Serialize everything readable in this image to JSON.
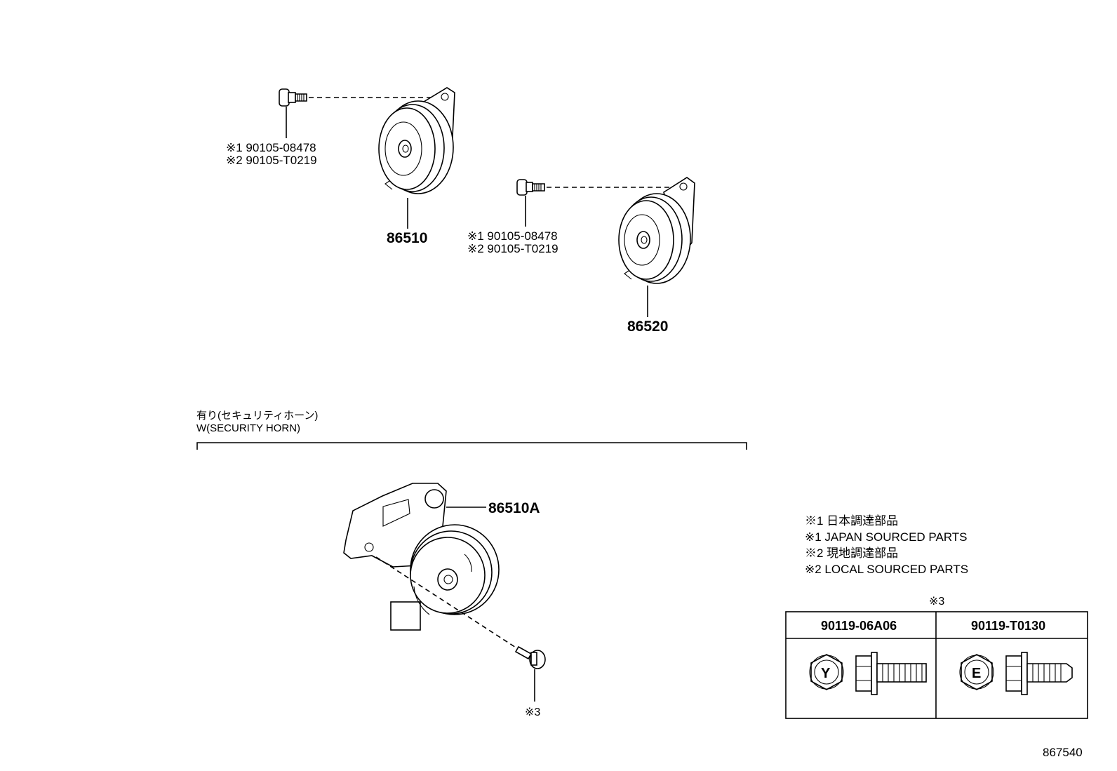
{
  "diagram": {
    "part_86510": {
      "number": "86510",
      "bolt_line1": "※1 90105-08478",
      "bolt_line2": "※2 90105-T0219"
    },
    "part_86520": {
      "number": "86520",
      "bolt_line1": "※1 90105-08478",
      "bolt_line2": "※2 90105-T0219"
    },
    "security_section": {
      "title_jp": "有り(セキュリティホーン)",
      "title_en": "W(SECURITY HORN)",
      "horn_number": "86510A",
      "bolt_ref": "※3"
    },
    "notes": [
      "※1 日本調達部品",
      "※1 JAPAN SOURCED PARTS",
      "※2 現地調達部品",
      "※2 LOCAL SOURCED PARTS"
    ],
    "bolt_table": {
      "ref": "※3",
      "columns": [
        {
          "part_number": "90119-06A06",
          "head_mark": "Y"
        },
        {
          "part_number": "90119-T0130",
          "head_mark": "E"
        }
      ]
    },
    "illustration_id": "867540"
  }
}
